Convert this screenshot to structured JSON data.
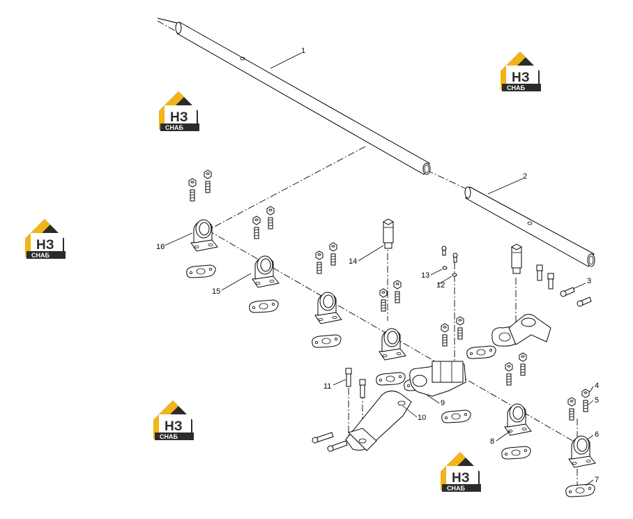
{
  "callouts": [
    "1",
    "2",
    "3",
    "4",
    "5",
    "6",
    "7",
    "8",
    "9",
    "10",
    "11",
    "12",
    "13",
    "14",
    "15",
    "16"
  ],
  "logo": {
    "letters": "НЗ",
    "word": "СНАБ",
    "colors": {
      "yellow": "#f2b418",
      "dark": "#2b2b2b",
      "white": "#ffffff"
    }
  },
  "icons": [
    "logo-house-icon"
  ]
}
